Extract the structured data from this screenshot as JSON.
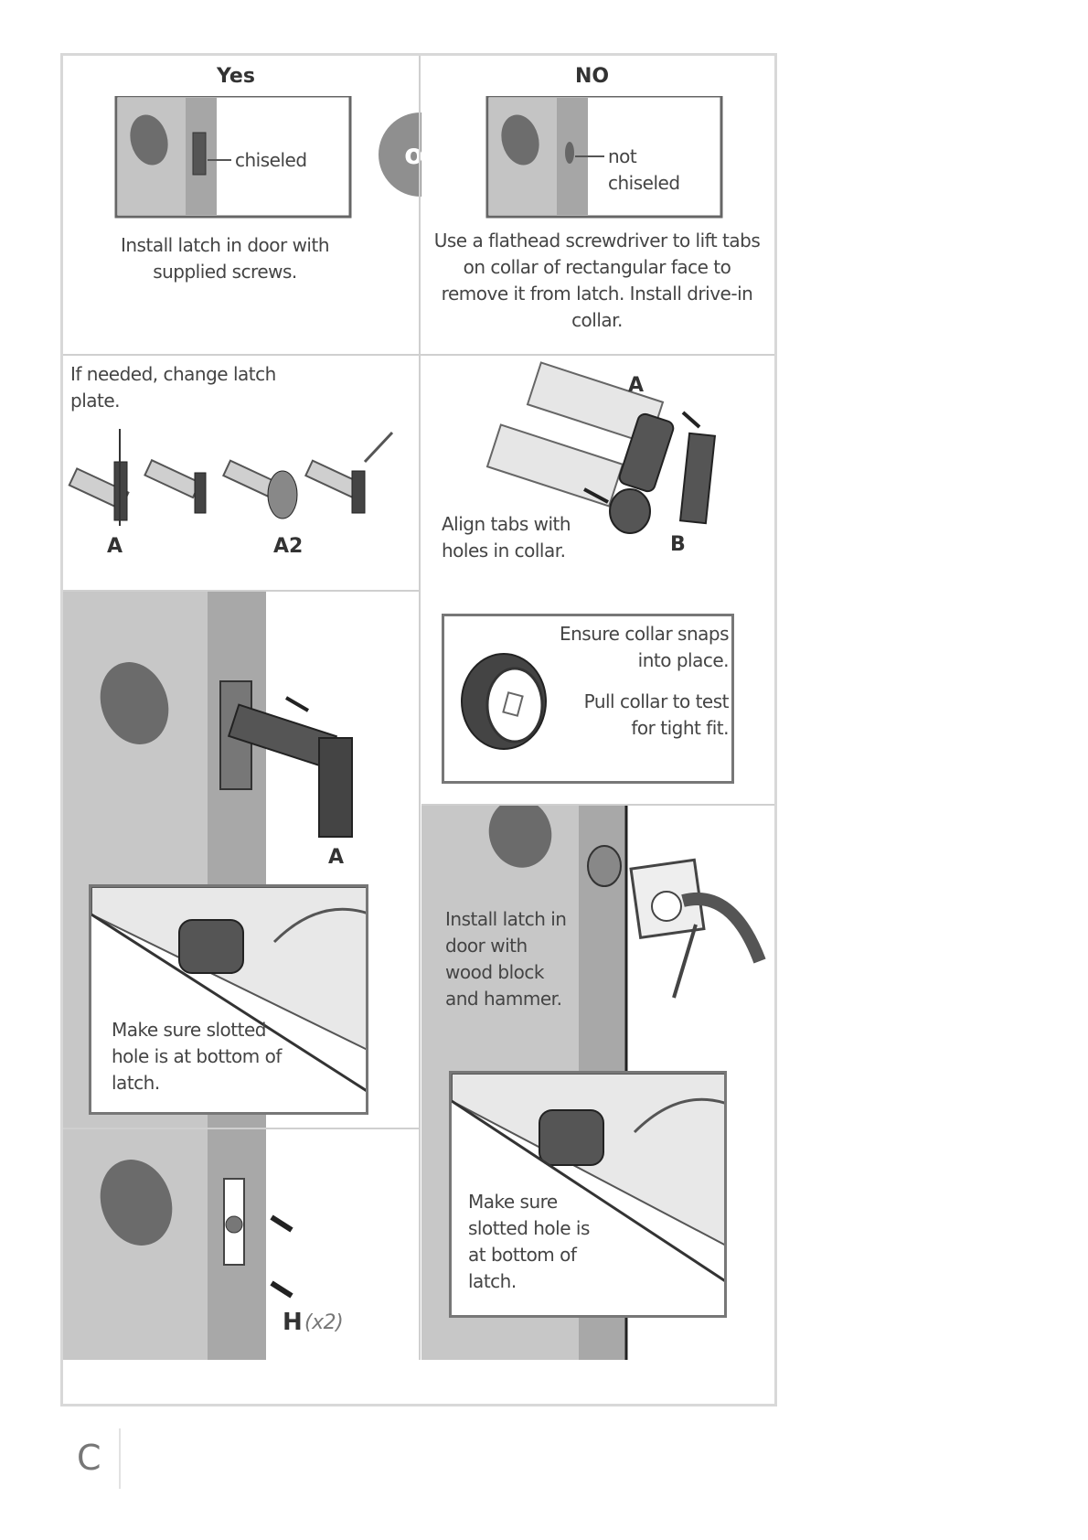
{
  "panels": {
    "yes": {
      "heading": "Yes",
      "callout": "chiseled",
      "caption": "Install latch in door with supplied screws."
    },
    "or_label": "or",
    "no": {
      "heading": "NO",
      "callout": "not chiseled",
      "caption": "Use a flathead screwdriver to lift tabs on collar of rectangular face to remove it from latch. Install drive-in collar."
    },
    "change_plate": {
      "caption": "If needed, change latch plate.",
      "label_a": "A",
      "label_a2": "A2"
    },
    "align_tabs": {
      "caption": "Align tabs with holes in collar.",
      "label_a": "A",
      "label_b": "B"
    },
    "collar_check": {
      "line1": "Ensure collar snaps into place.",
      "line2": "Pull collar to test for tight fit."
    },
    "install_left": {
      "label_a": "A",
      "inset_caption": "Make sure slotted hole is at bottom of latch."
    },
    "hammer": {
      "caption": "Install latch in door with wood block and hammer.",
      "inset_caption": "Make sure slotted hole is at bottom of latch."
    },
    "screws": {
      "label_h": "H",
      "qty": "(x2)"
    }
  },
  "footer": {
    "section_letter": "C"
  }
}
